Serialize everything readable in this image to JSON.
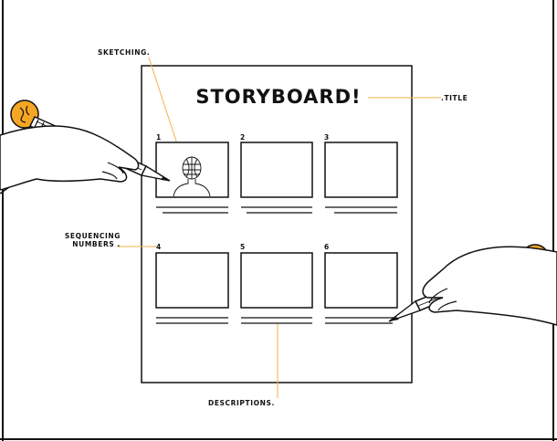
{
  "storyboard": {
    "title": "STORYBOARD!",
    "panel_numbers": [
      "1",
      "2",
      "3",
      "4",
      "5",
      "6"
    ]
  },
  "callouts": {
    "sketching": "SKETCHING.",
    "title": ".TITLE",
    "sequencing_line1": "SEQUENCING",
    "sequencing_line2": "NUMBERS .",
    "descriptions": "DESCRIPTIONS."
  },
  "colors": {
    "ink": "#111111",
    "accent": "#f5a623",
    "leader_line": "#f0b24a"
  },
  "icons": {
    "left_hand": "hand-holding-pencil-icon",
    "right_hand": "hand-holding-pencil-icon",
    "sketch": "head-sketch-icon"
  }
}
